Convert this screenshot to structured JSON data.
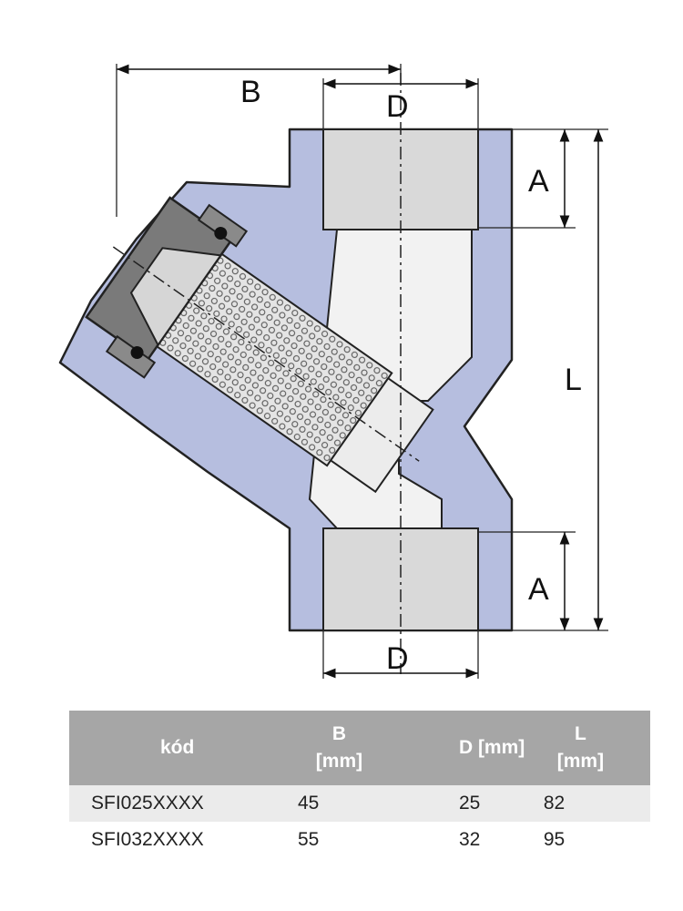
{
  "diagram": {
    "labels": {
      "B": "B",
      "D_top": "D",
      "D_bottom": "D",
      "A_top": "A",
      "A_bottom": "A",
      "L": "L"
    },
    "colors": {
      "body": "#b6bedf",
      "cap": "#7a7a7a",
      "outline": "#222222",
      "socket": "#d9d9d9",
      "mesh": "#c8c8c8"
    }
  },
  "table": {
    "headers": [
      {
        "line1": "kód",
        "line2": ""
      },
      {
        "line1": "B",
        "line2": "[mm]"
      },
      {
        "line1": "D [mm]",
        "line2": ""
      },
      {
        "line1": "L",
        "line2": "[mm]"
      }
    ],
    "rows": [
      [
        "SFI025XXXX",
        "45",
        "25",
        "82"
      ],
      [
        "SFI032XXXX",
        "55",
        "32",
        "95"
      ]
    ],
    "colors": {
      "header_bg": "#a6a6a6",
      "header_text": "#ffffff",
      "row_alt": "#ebebeb"
    }
  }
}
